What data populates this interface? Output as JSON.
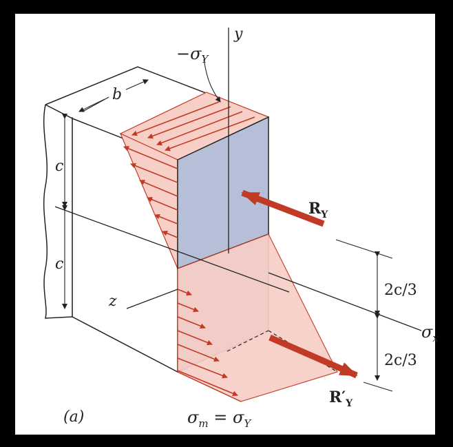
{
  "figure": {
    "panel_label": "(a)",
    "colors": {
      "background": "#000000",
      "paper": "#ffffff",
      "stress_fill": "#f7cfc6",
      "face_fill": "#b7bfd8",
      "arrow": "#c03a25",
      "line": "#222222"
    },
    "labels": {
      "top_stress": "−σ",
      "top_stress_sub": "Y",
      "width": "b",
      "depth_upper": "c",
      "depth_lower": "c",
      "axis_y": "y",
      "axis_z": "z",
      "axis_x": "σ",
      "axis_x_sub": "x",
      "resultant_upper": "R",
      "resultant_upper_sub": "Y",
      "resultant_lower": "R′",
      "resultant_lower_sub": "Y",
      "dim_upper": "2c/3",
      "dim_lower": "2c/3",
      "bottom_stress_lhs": "σ",
      "bottom_stress_lhs_sub": "m",
      "bottom_stress_eq": " = ",
      "bottom_stress_rhs": "σ",
      "bottom_stress_rhs_sub": "Y"
    }
  }
}
